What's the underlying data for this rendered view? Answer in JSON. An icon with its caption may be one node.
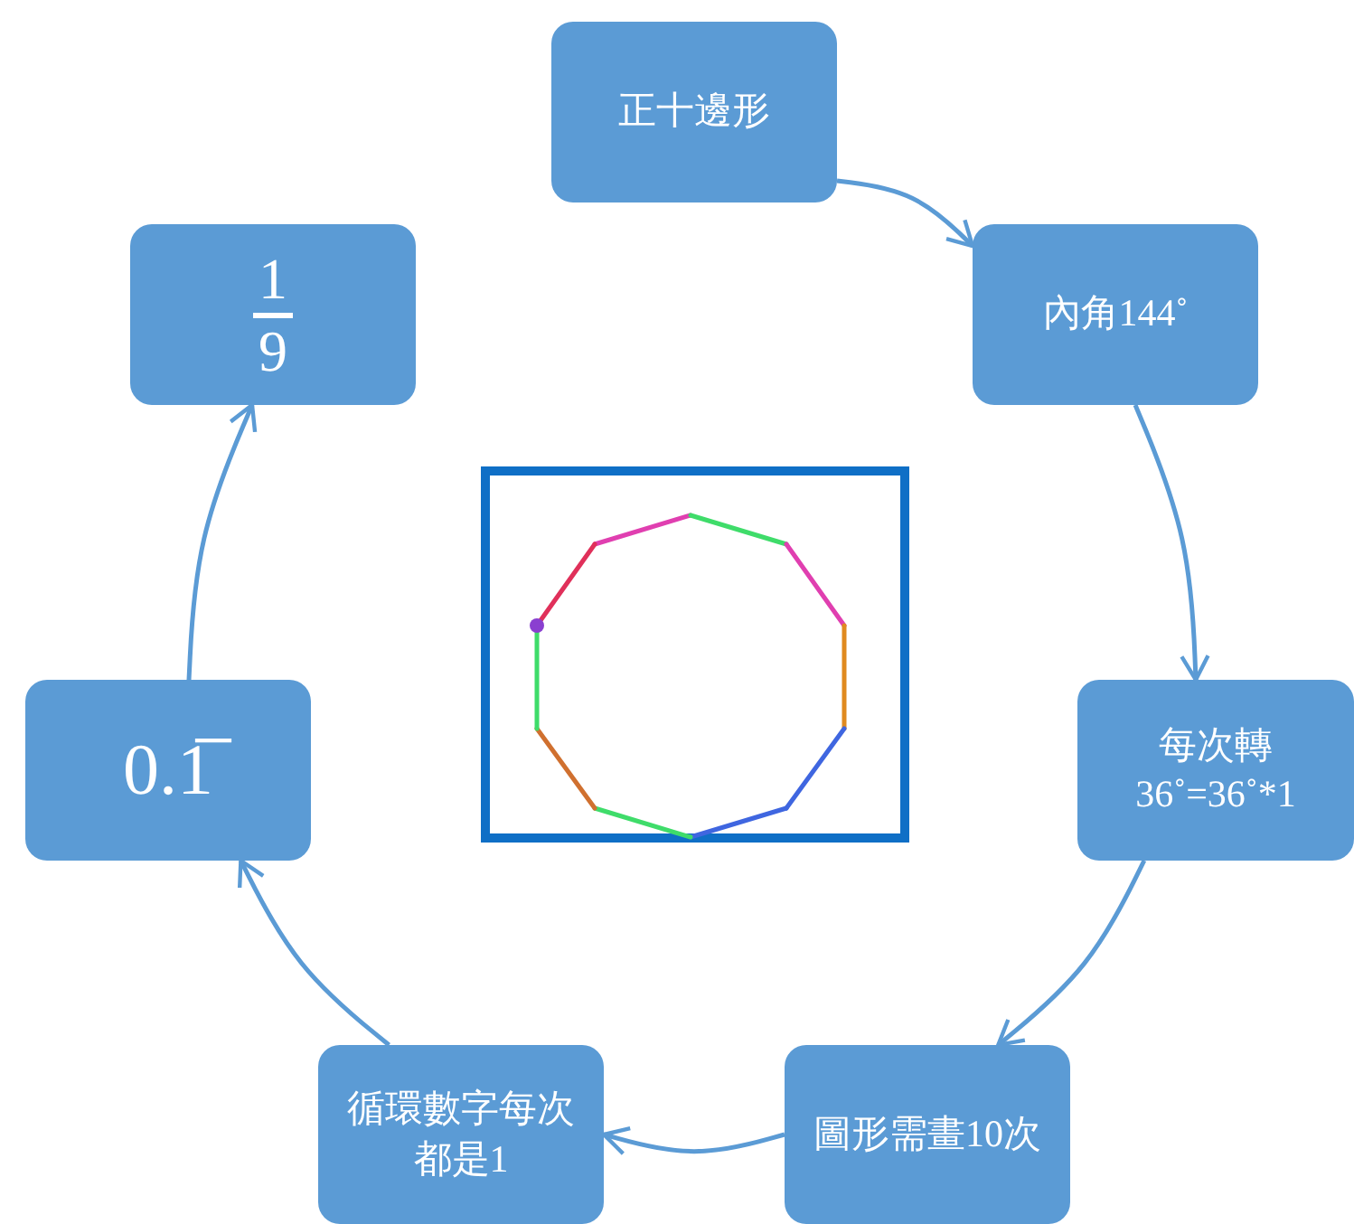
{
  "diagram": {
    "nodes": [
      {
        "text": [
          "正十邊形"
        ]
      },
      {
        "text": [
          "內角144˚"
        ]
      },
      {
        "text": [
          "每次轉 36˚=36˚*1"
        ]
      },
      {
        "text": [
          "圖形需畫10次"
        ]
      },
      {
        "text": [
          "循環數字每次都是1"
        ]
      },
      {
        "text": [
          "0.1̅"
        ]
      },
      {
        "text": [
          "1",
          "9"
        ]
      }
    ],
    "edges": [
      {
        "from": 0,
        "to": 1,
        "arrow": "to"
      },
      {
        "from": 1,
        "to": 2,
        "arrow": "to"
      },
      {
        "from": 2,
        "to": 3,
        "arrow": "to"
      },
      {
        "from": 3,
        "to": 4,
        "arrow": "to"
      },
      {
        "from": 4,
        "to": 5,
        "arrow": "to"
      },
      {
        "from": 5,
        "to": 6,
        "arrow": "to"
      }
    ]
  }
}
